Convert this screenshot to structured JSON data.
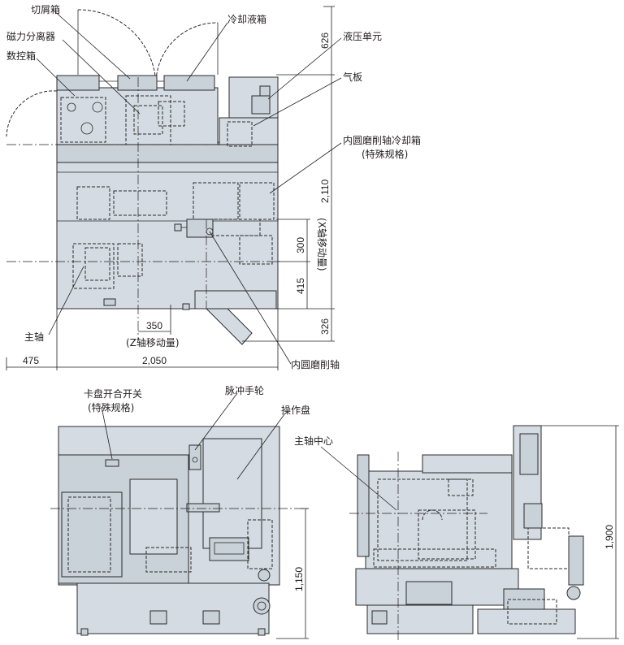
{
  "labels": {
    "chip_box": "切屑箱",
    "coolant_tank": "冷却液箱",
    "magnetic_separator": "磁力分离器",
    "hydraulic_unit": "液压单元",
    "nc_box": "数控箱",
    "air_panel": "气板",
    "id_coolant_tank": "内圆磨削轴冷却箱",
    "special_spec_1": "(特殊规格)",
    "spindle": "主轴",
    "id_grinding_spindle": "内圆磨削轴",
    "z_travel": "(Z轴移动量)",
    "x_travel": "(X轴移动量)",
    "chuck_switch": "卡盘开合开关",
    "special_spec_2": "(特殊规格)",
    "pulse_handwheel": "脉冲手轮",
    "operation_panel": "操作盘",
    "spindle_center": "主轴中心"
  },
  "dimensions": {
    "d626": "626",
    "d2110": "2,110",
    "d300": "300",
    "d415": "415",
    "d326": "326",
    "d350": "350",
    "d475": "475",
    "d2050": "2,050",
    "d1150": "1,150",
    "d1900": "1,900"
  }
}
